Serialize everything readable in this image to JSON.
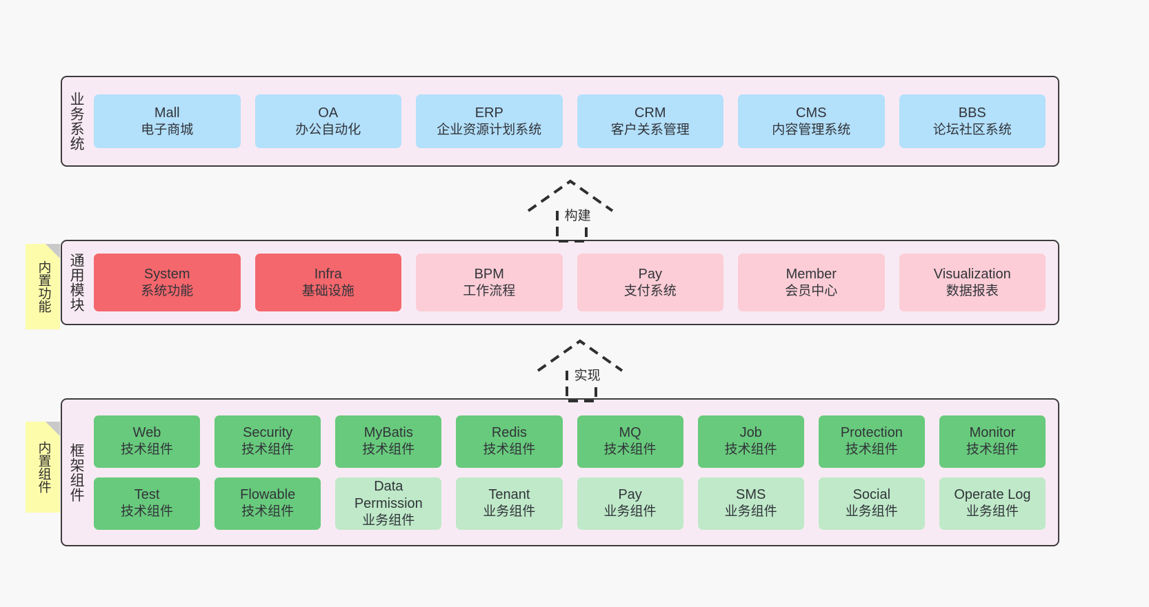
{
  "layers": [
    {
      "id": "business-systems",
      "label": "业务系统",
      "sticky": null,
      "rows": [
        {
          "style": "biz",
          "cards": [
            {
              "en": "Mall",
              "cn": "电子商城"
            },
            {
              "en": "OA",
              "cn": "办公自动化"
            },
            {
              "en": "ERP",
              "cn": "企业资源计划系统"
            },
            {
              "en": "CRM",
              "cn": "客户关系管理"
            },
            {
              "en": "CMS",
              "cn": "内容管理系统"
            },
            {
              "en": "BBS",
              "cn": "论坛社区系统"
            }
          ]
        }
      ]
    },
    {
      "id": "common-modules",
      "label": "通用模块",
      "sticky": "内置功能",
      "rows": [
        {
          "cards": [
            {
              "en": "System",
              "cn": "系统功能",
              "style": "mod-hot"
            },
            {
              "en": "Infra",
              "cn": "基础设施",
              "style": "mod-hot"
            },
            {
              "en": "BPM",
              "cn": "工作流程",
              "style": "mod-soft"
            },
            {
              "en": "Pay",
              "cn": "支付系统",
              "style": "mod-soft"
            },
            {
              "en": "Member",
              "cn": "会员中心",
              "style": "mod-soft"
            },
            {
              "en": "Visualization",
              "cn": "数据报表",
              "style": "mod-soft"
            }
          ]
        }
      ]
    },
    {
      "id": "framework-components",
      "label": "框架组件",
      "sticky": "内置组件",
      "rows": [
        {
          "style": "tech",
          "cards": [
            {
              "en": "Web",
              "cn": "技术组件"
            },
            {
              "en": "Security",
              "cn": "技术组件"
            },
            {
              "en": "MyBatis",
              "cn": "技术组件"
            },
            {
              "en": "Redis",
              "cn": "技术组件"
            },
            {
              "en": "MQ",
              "cn": "技术组件"
            },
            {
              "en": "Job",
              "cn": "技术组件"
            },
            {
              "en": "Protection",
              "cn": "技术组件"
            },
            {
              "en": "Monitor",
              "cn": "技术组件"
            }
          ]
        },
        {
          "cards": [
            {
              "en": "Test",
              "cn": "技术组件",
              "style": "tech"
            },
            {
              "en": "Flowable",
              "cn": "技术组件",
              "style": "tech"
            },
            {
              "en": "Data Permission",
              "cn": "业务组件",
              "style": "service"
            },
            {
              "en": "Tenant",
              "cn": "业务组件",
              "style": "service"
            },
            {
              "en": "Pay",
              "cn": "业务组件",
              "style": "service"
            },
            {
              "en": "SMS",
              "cn": "业务组件",
              "style": "service"
            },
            {
              "en": "Social",
              "cn": "业务组件",
              "style": "service"
            },
            {
              "en": "Operate Log",
              "cn": "业务组件",
              "style": "service"
            }
          ]
        }
      ]
    }
  ],
  "arrows": [
    {
      "id": "build",
      "label": "构建"
    },
    {
      "id": "implement",
      "label": "实现"
    }
  ],
  "colors": {
    "panel_bg": "#f8eaf4",
    "panel_border": "#3c3c3c",
    "business": "#b3e0fb",
    "module_hot": "#f4676c",
    "module_soft": "#fccdd6",
    "tech": "#68ca7c",
    "service": "#bfe9c8",
    "sticky": "#fdfcab",
    "sticky_fold": "#c9c9c9",
    "canvas_bg": "#f8f8f8"
  }
}
